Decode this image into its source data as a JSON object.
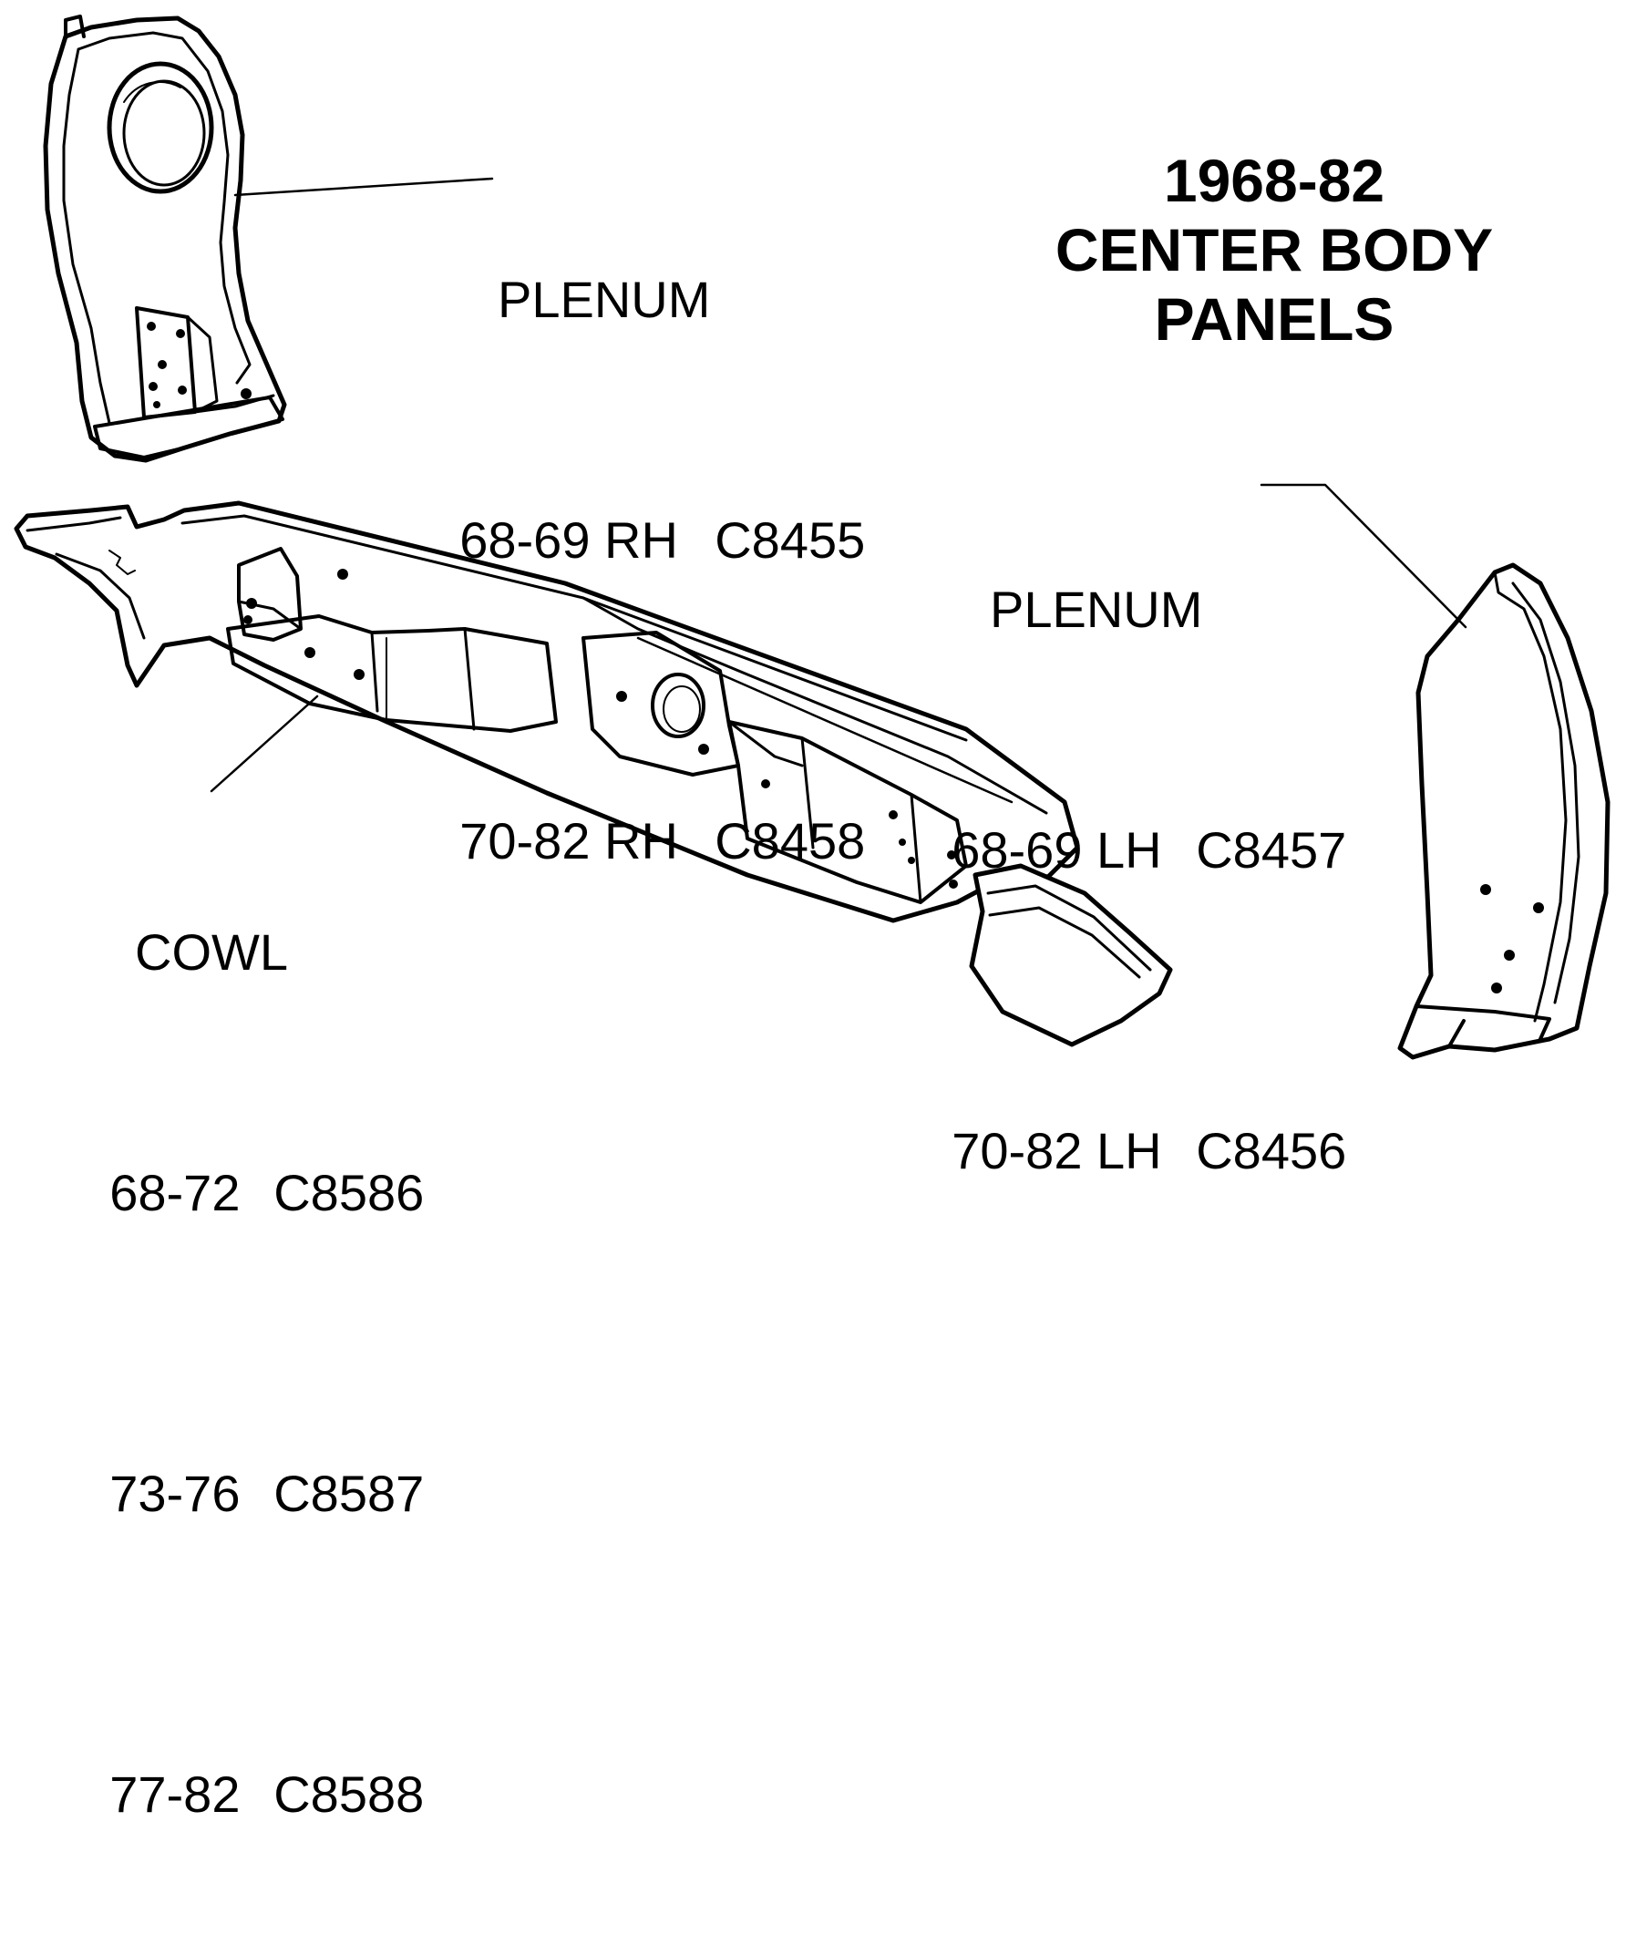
{
  "title": {
    "line1": "1968-82",
    "line2": "CENTER BODY",
    "line3": "PANELS"
  },
  "callouts": {
    "plenum_rh": {
      "name": "PLENUM",
      "rows": [
        {
          "years": "68-69 RH",
          "part": "C8455"
        },
        {
          "years": "70-82 RH",
          "part": "C8458"
        }
      ]
    },
    "plenum_lh": {
      "name": "PLENUM",
      "rows": [
        {
          "years": "68-69 LH",
          "part": "C8457"
        },
        {
          "years": "70-82 LH",
          "part": "C8456"
        }
      ]
    },
    "cowl": {
      "name": "COWL",
      "rows": [
        {
          "years": "68-72",
          "part": "C8586"
        },
        {
          "years": "73-76",
          "part": "C8587"
        },
        {
          "years": "77-82",
          "part": "C8588"
        }
      ]
    }
  },
  "colors": {
    "ink": "#000000",
    "paper": "#ffffff"
  }
}
